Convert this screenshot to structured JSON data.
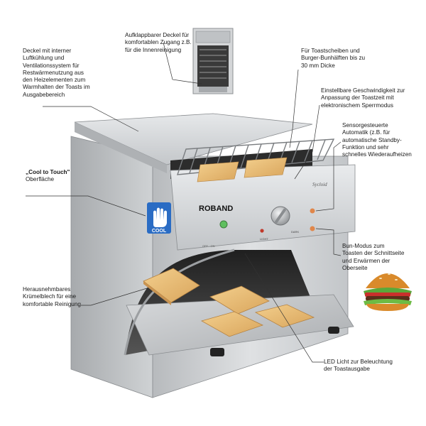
{
  "callouts": {
    "lid": "Aufklappbarer Deckel für komfortablen Zugang z.B. für die Innenreinigung",
    "cooling": "Deckel mit interner Luftkühlung und Ventilationssystem für Restwärmenutzung aus den Heizelementen zum Warmhalten der Toasts im Ausgabebereich",
    "thickness": "Für Toastscheiben  und Burger-Bunhälften bis zu 30 mm Dicke",
    "speed": "Einstellbare Geschwindigkeit zur Anpassung der Toastzeit mit elektronischem Sperrmodus",
    "standby": "Sensorgesteuerte Automatik (z.B. für automatische Standby-Funktion und sehr schnelles Wiederaufheizen",
    "cool_title": "„Cool to Touch\"",
    "cool_rest": "Oberfläche",
    "bun": "Bun-Modus zum Toasten der Schnittseite und Erwärmen der Oberseite",
    "crumb": "Herausnehmbares Krümelblech für eine komfortable Reinigung",
    "led": "LED Licht zur Beleuchtung der Toastausgabe"
  },
  "product": {
    "brand": "ROBAND",
    "cool_badge": "COOL",
    "switch_label": "OFF · ON",
    "speed_low": "LIGHT",
    "speed_high": "DARK",
    "model_script": "Sycloid"
  },
  "colors": {
    "steel": "#c9cbcd",
    "steel_dark": "#9ea1a4",
    "toast": "#e8bd78",
    "cool_badge": "#2a6cc4"
  }
}
